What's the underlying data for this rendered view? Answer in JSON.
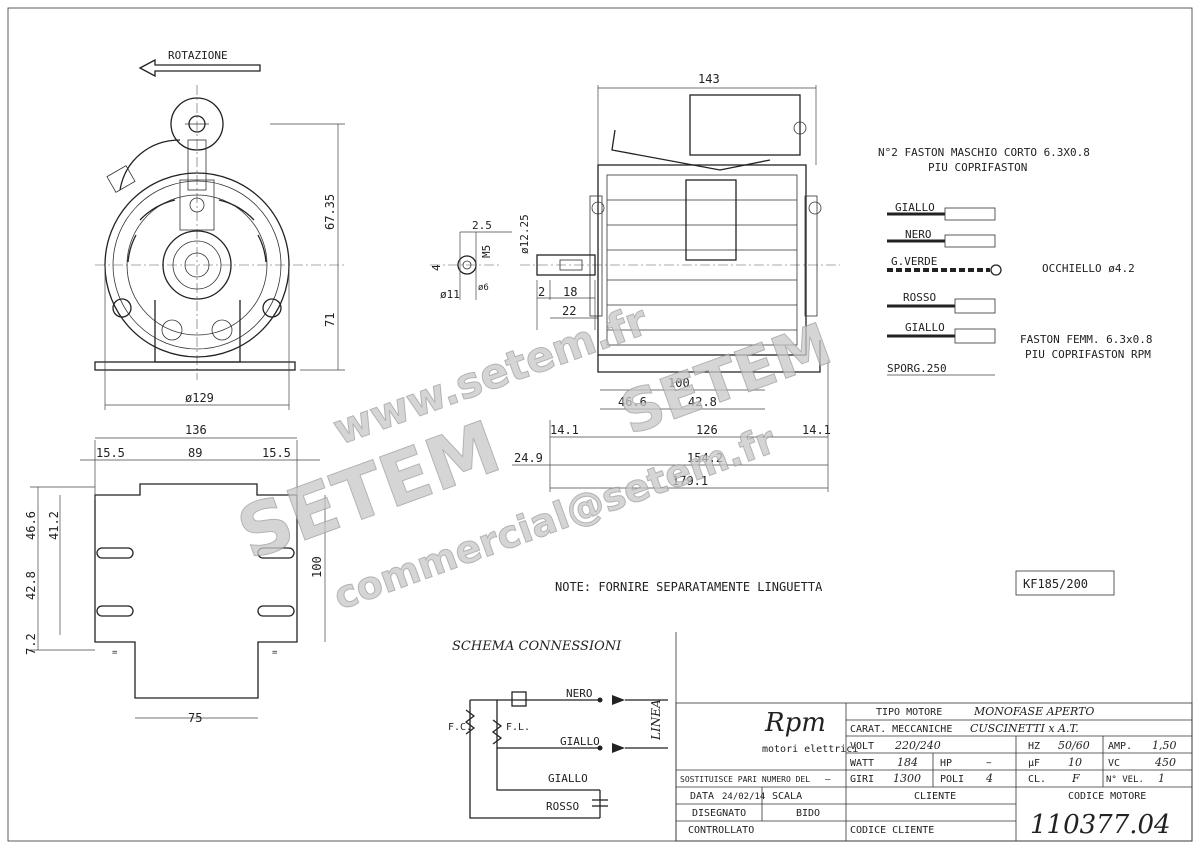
{
  "top_view": {
    "rotation_label": "ROTAZIONE",
    "dim_height_upper": "67.35",
    "dim_height_lower": "71",
    "dim_diameter": "ø129"
  },
  "shaft_detail": {
    "d_2_5": "2.5",
    "d_12_25": "ø12.25",
    "d_m5": "M5",
    "d_4": "4",
    "d_6": "ø6",
    "d_11": "ø11"
  },
  "side_view": {
    "d_143": "143",
    "d_2": "2",
    "d_18": "18",
    "d_22": "22",
    "d_100": "100",
    "d_46_6": "46.6",
    "d_42_8": "42.8",
    "d_14_1_left": "14.1",
    "d_126": "126",
    "d_14_1_right": "14.1",
    "d_24_9": "24.9",
    "d_154_2": "154.2",
    "d_179_1": "179.1"
  },
  "bottom_view": {
    "d_136": "136",
    "d_15_5_left": "15.5",
    "d_89": "89",
    "d_15_5_right": "15.5",
    "d_46_6": "46.6",
    "d_41_2": "41.2",
    "d_42_8": "42.8",
    "d_7_2": "7.2",
    "d_100": "100",
    "d_75": "75",
    "eq": "="
  },
  "wiring": {
    "faston_title_1": "N°2 FASTON MASCHIO CORTO 6.3X0.8",
    "faston_title_2": "PIU COPRIFASTON",
    "wire_giallo_1": "GIALLO",
    "wire_nero": "NERO",
    "wire_gverde": "G.VERDE",
    "occhiello": "OCCHIELLO ø4.2",
    "wire_rosso": "ROSSO",
    "wire_giallo_2": "GIALLO",
    "faston_femm_1": "FASTON FEMM. 6.3x0.8",
    "faston_femm_2": "PIU COPRIFASTON RPM",
    "sporg": "SPORG.250"
  },
  "note": "NOTE: FORNIRE SEPARATAMENTE LINGUETTA",
  "model_code": "KF185/200",
  "schema": {
    "title": "SCHEMA CONNESSIONI",
    "nero": "NERO",
    "giallo_1": "GIALLO",
    "giallo_2": "GIALLO",
    "rosso": "ROSSO",
    "fc": "F.C.",
    "fl": "F.L.",
    "linea": "LINEA"
  },
  "title_block": {
    "brand": "Rpm",
    "brand_sub": "motori elettrici",
    "tipo_motore_label": "TIPO MOTORE",
    "tipo_motore_value": "MONOFASE APERTO",
    "carat_label": "CARAT. MECCANICHE",
    "carat_value": "CUSCINETTI x A.T.",
    "volt_label": "VOLT",
    "volt_value": "220/240",
    "hz_label": "HZ",
    "hz_value": "50/60",
    "amp_label": "AMP.",
    "amp_value": "1,50",
    "watt_label": "WATT",
    "watt_value": "184",
    "hp_label": "HP",
    "hp_value": "–",
    "uf_label": "µF",
    "uf_value": "10",
    "vc_label": "VC",
    "vc_value": "450",
    "giri_label": "GIRI",
    "giri_value": "1300",
    "poli_label": "POLI",
    "poli_value": "4",
    "cl_label": "CL.",
    "cl_value": "F",
    "nvel_label": "N° VEL.",
    "nvel_value": "1",
    "sostituisce_label": "SOSTITUISCE PARI NUMERO DEL",
    "sostituisce_value": "–",
    "data_label": "DATA",
    "data_value": "24/02/14",
    "scala_label": "SCALA",
    "disegnato_label": "DISEGNATO",
    "disegnato_value": "BIDO",
    "controllato_label": "CONTROLLATO",
    "cliente_label": "CLIENTE",
    "codice_cliente_label": "CODICE CLIENTE",
    "codice_motore_label": "CODICE MOTORE",
    "codice_motore_value": "110377.04"
  },
  "watermark": {
    "url": "www.setem.fr",
    "brand_1": "SETEM",
    "brand_2": "SETEM",
    "email": "commercial@setem.fr"
  }
}
